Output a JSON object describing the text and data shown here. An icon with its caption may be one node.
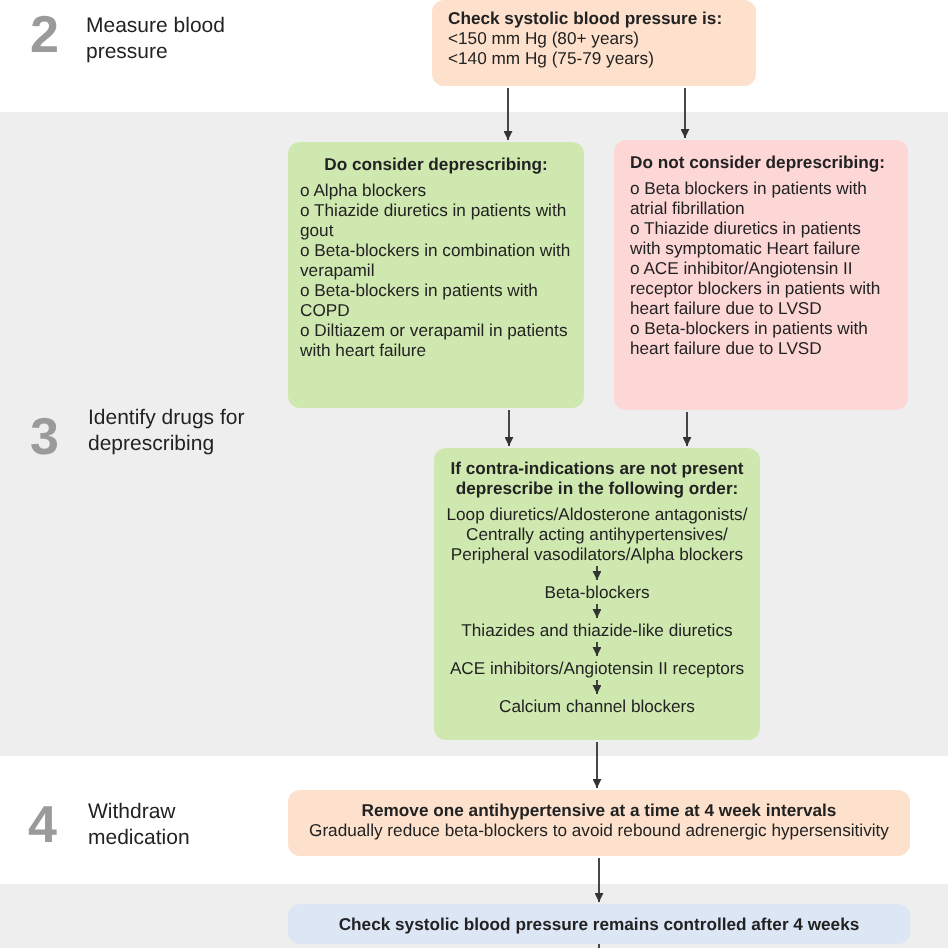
{
  "diagram": {
    "nodes": [
      {
        "text": [
          "Check systolic blood pressure is:",
          "<150 mm Hg (80+ years)",
          "<140 mm Hg (75-79 years)"
        ]
      },
      {
        "text": [
          "3",
          "Identify drugs for deprescribing"
        ]
      },
      {
        "text": [
          "Do consider deprescribing:",
          "o Alpha blockers",
          "o Thiazide diuretics in patients with gout",
          "o Beta-blockers in combination with verapamil",
          "o Beta-blockers in patients with COPD",
          "o Diltiazem or verapamil in patients with heart failure"
        ],
        "in": 1
      },
      {
        "text": [
          "Do not consider deprescribing:",
          "o Beta blockers in patients with atrial fibrillation",
          "o Thiazide diuretics in patients with symptomatic Heart failure",
          "o ACE inhibitor/Angiotensin II receptor blockers in patients with heart failure due to LVSD",
          "o Beta-blockers in patients with heart failure due to LVSD"
        ],
        "in": 1
      },
      {
        "text": [
          "If contra-indications are not present deprescribe in the following order:"
        ],
        "in": 1
      },
      {
        "text": [
          "Loop diuretics/Aldosterone antagonists/ Centrally acting antihypertensives/ Peripheral vasodilators/Alpha blockers"
        ],
        "in": 4
      },
      {
        "text": [
          "Beta-blockers"
        ],
        "in": 4
      },
      {
        "text": [
          "Thiazides and thiazide-like diuretics"
        ],
        "in": 4
      },
      {
        "text": [
          "ACE inhibitors/Angiotensin II receptors"
        ],
        "in": 4
      },
      {
        "text": [
          "Calcium channel blockers"
        ],
        "in": 4
      },
      {
        "text": [
          "Remove one antihypertensive at a time at 4 week intervals",
          "Gradually reduce beta-blockers to avoid rebound adrenergic hypersensitivity"
        ]
      },
      {
        "text": [
          "Check systolic blood pressure remains controlled after 4 weeks"
        ]
      }
    ],
    "edges": [
      {
        "from": 0,
        "to": 2,
        "arrow": "to"
      },
      {
        "from": 0,
        "to": 3,
        "arrow": "to"
      },
      {
        "from": 2,
        "to": 4,
        "arrow": "to"
      },
      {
        "from": 3,
        "to": 4,
        "arrow": "to"
      },
      {
        "from": 5,
        "to": 6,
        "arrow": "to"
      },
      {
        "from": 6,
        "to": 7,
        "arrow": "to"
      },
      {
        "from": 7,
        "to": 8,
        "arrow": "to"
      },
      {
        "from": 8,
        "to": 9,
        "arrow": "to"
      },
      {
        "from": 4,
        "to": 10,
        "arrow": "to"
      },
      {
        "from": 10,
        "to": 11,
        "arrow": "to"
      },
      {
        "from": 11,
        "to": null,
        "arrow": "none"
      }
    ],
    "labels": [
      "2",
      "Measure blood pressure",
      "4",
      "Withdraw medication"
    ]
  }
}
